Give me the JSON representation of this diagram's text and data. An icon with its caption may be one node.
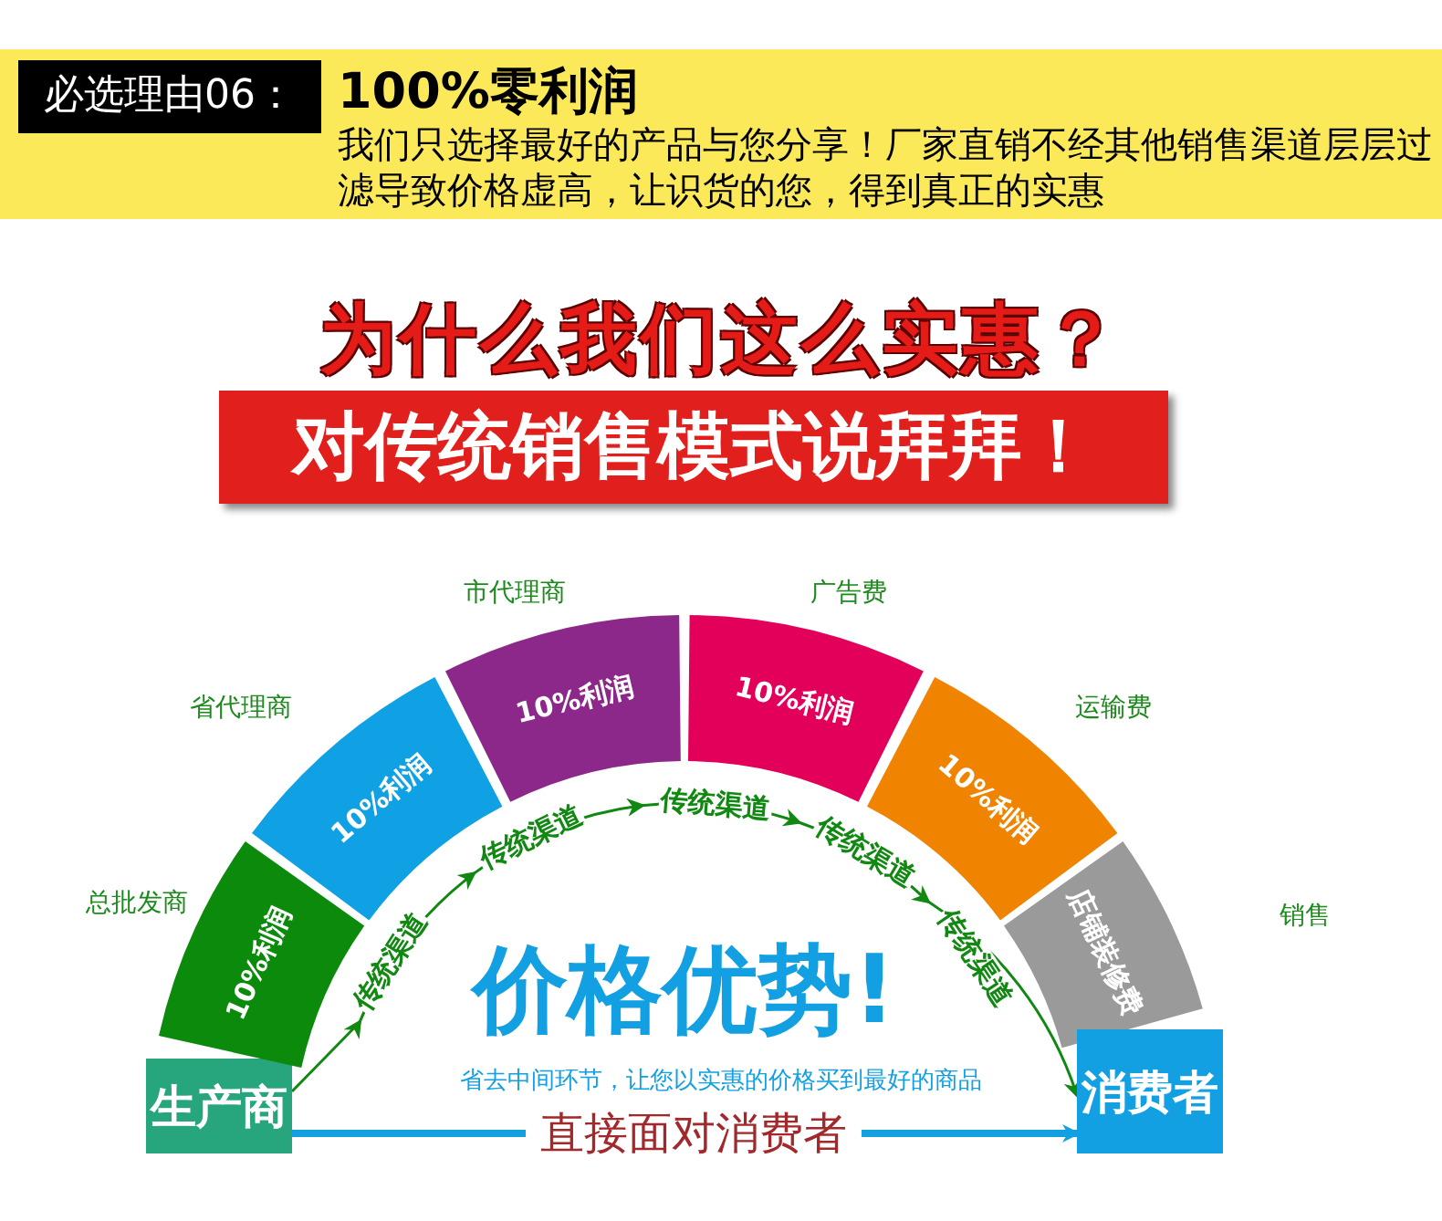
{
  "diagram": {
    "title": "为什么我们这么实惠？",
    "nodes": [
      {
        "text": [
          "100%零利润",
          "我们只选择最好的产品与您分享！厂家直销不经其他销售渠道层层过滤导致价格虚高，让识货的您，得到真正的实惠"
        ]
      },
      {
        "text": [
          "必选理由06："
        ],
        "in": 0
      },
      {
        "text": [
          "对传统销售模式说拜拜！"
        ]
      },
      {
        "text": [
          "生产商"
        ]
      },
      {
        "text": [
          "10%利润"
        ],
        "beside": [
          "总批发商"
        ]
      },
      {
        "text": [
          "10%利润"
        ],
        "beside": [
          "省代理商"
        ]
      },
      {
        "text": [
          "10%利润"
        ],
        "beside": [
          "市代理商"
        ]
      },
      {
        "text": [
          "10%利润"
        ],
        "beside": [
          "广告费"
        ]
      },
      {
        "text": [
          "10%利润"
        ],
        "beside": [
          "运输费"
        ]
      },
      {
        "text": [
          "店铺装修费"
        ],
        "beside": [
          "销售"
        ]
      },
      {
        "text": [
          "消费者"
        ]
      }
    ],
    "edges": [
      {
        "from": 3,
        "to": 10,
        "arrow": "to",
        "color": "#118811"
      },
      {
        "from": 3,
        "to": 10,
        "arrow": "to",
        "label": "直接面对消费者",
        "style": "thick",
        "color": "#13a0e0"
      }
    ],
    "labels": [
      "传统渠道",
      "传统渠道",
      "传统渠道",
      "传统渠道",
      "传统渠道",
      "价格优势!",
      "省去中间环节，让您以实惠的价格买到最好的商品"
    ]
  }
}
